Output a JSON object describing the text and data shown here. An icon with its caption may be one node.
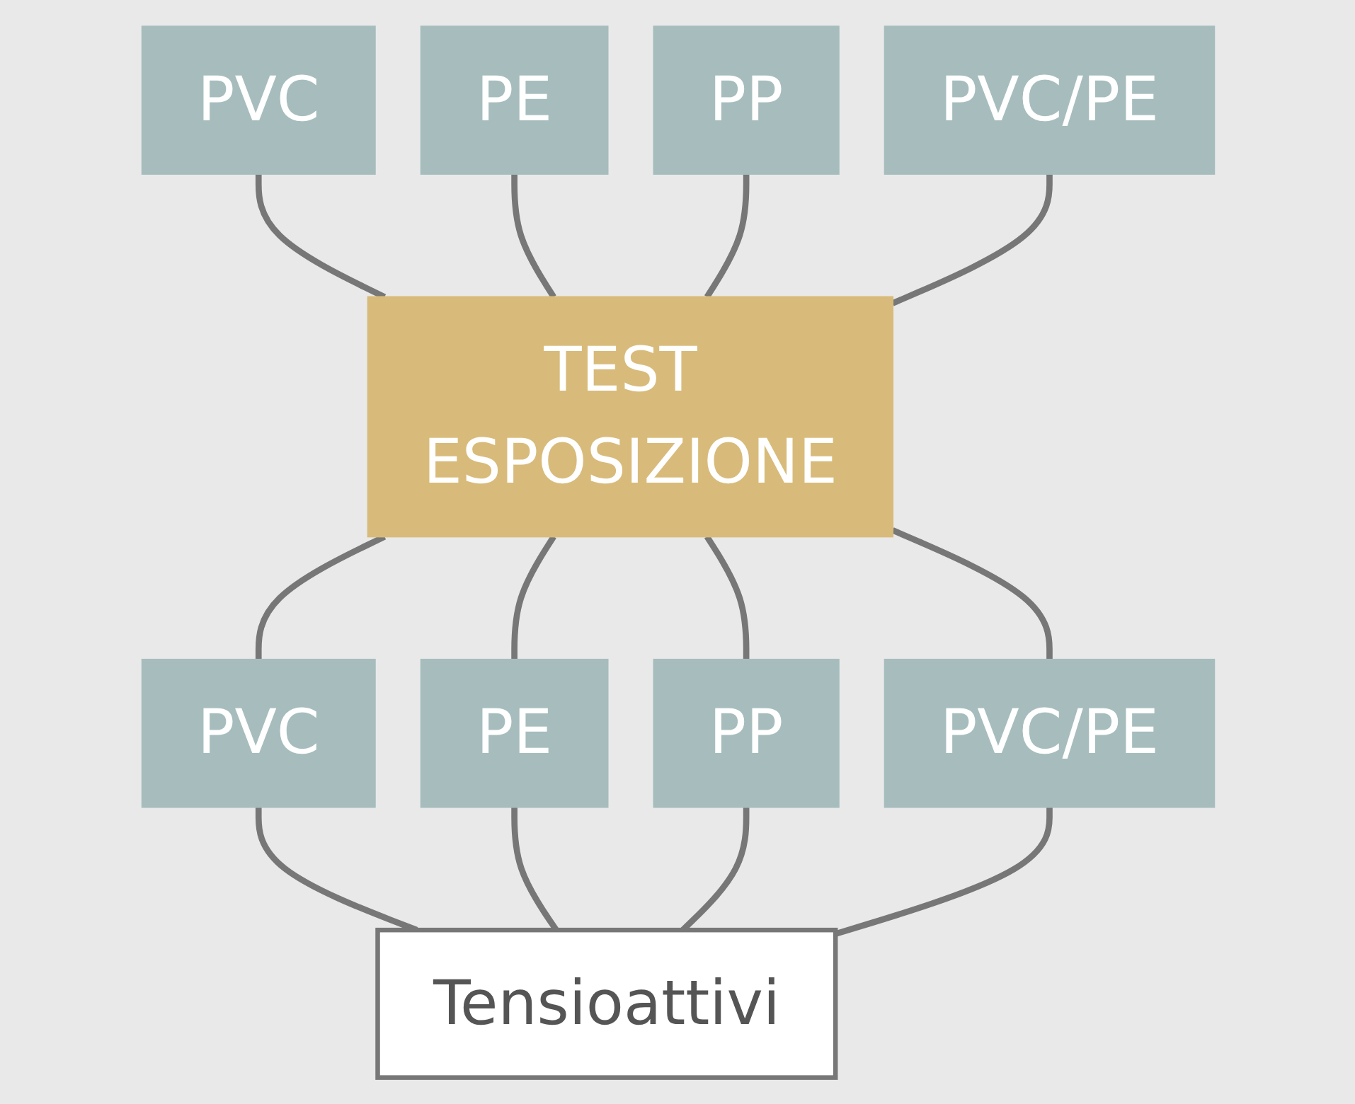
{
  "diagram": {
    "nodes": [
      {
        "text": [
          "PVC"
        ]
      },
      {
        "text": [
          "PE"
        ]
      },
      {
        "text": [
          "PP"
        ]
      },
      {
        "text": [
          "PVC/PE"
        ]
      },
      {
        "text": [
          "TEST ESPOSIZIONE"
        ]
      },
      {
        "text": [
          "PVC"
        ]
      },
      {
        "text": [
          "PE"
        ]
      },
      {
        "text": [
          "PP"
        ]
      },
      {
        "text": [
          "PVC/PE"
        ]
      },
      {
        "text": [
          "Tensioattivi"
        ]
      }
    ],
    "edges": [
      {
        "from": 0,
        "to": 4,
        "arrow": "none"
      },
      {
        "from": 1,
        "to": 4,
        "arrow": "none"
      },
      {
        "from": 2,
        "to": 4,
        "arrow": "none"
      },
      {
        "from": 3,
        "to": 4,
        "arrow": "none"
      },
      {
        "from": 4,
        "to": 5,
        "arrow": "none"
      },
      {
        "from": 4,
        "to": 6,
        "arrow": "none"
      },
      {
        "from": 4,
        "to": 7,
        "arrow": "none"
      },
      {
        "from": 4,
        "to": 8,
        "arrow": "none"
      },
      {
        "from": 5,
        "to": 9,
        "arrow": "none"
      },
      {
        "from": 6,
        "to": 9,
        "arrow": "none"
      },
      {
        "from": 7,
        "to": 9,
        "arrow": "none"
      },
      {
        "from": 8,
        "to": 9,
        "arrow": "none"
      }
    ]
  }
}
